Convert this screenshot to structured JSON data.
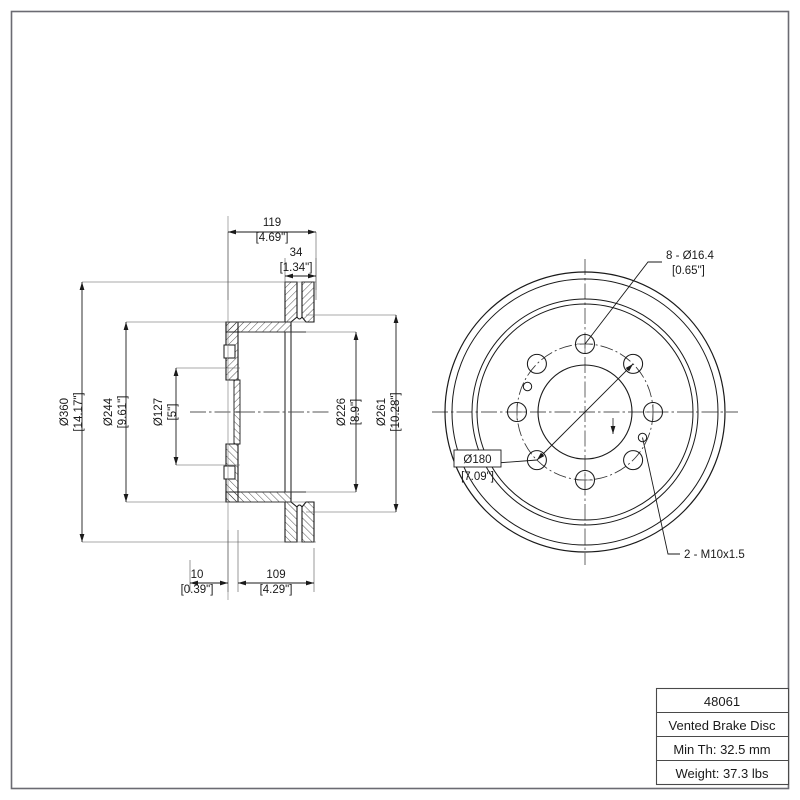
{
  "drawing": {
    "type": "engineering-drawing",
    "subject": "Vented Brake Disc",
    "views": [
      "section-view",
      "front-circular-view"
    ]
  },
  "dimensions": {
    "outer_diameter": {
      "mm": "Ø360",
      "inch": "[14.17\"]"
    },
    "disc_diameter": {
      "mm": "Ø244",
      "inch": "[9.61\"]"
    },
    "center_bore": {
      "mm": "Ø127",
      "inch": "[5\"]"
    },
    "hub_inner": {
      "mm": "Ø226",
      "inch": "[8.9\"]"
    },
    "hub_outer": {
      "mm": "Ø261",
      "inch": "[10.28\"]"
    },
    "overall_height": {
      "mm": "119",
      "inch": "[4.69\"]"
    },
    "disc_thickness": {
      "mm": "34",
      "inch": "[1.34\"]"
    },
    "flange_offset": {
      "mm": "10",
      "inch": "[0.39\"]"
    },
    "hub_depth": {
      "mm": "109",
      "inch": "[4.29\"]"
    },
    "bolt_circle": {
      "mm": "Ø180",
      "inch": "[7.09\"]"
    }
  },
  "callouts": {
    "bolt_holes": {
      "line1": "8 - Ø16.4",
      "line2": "[0.65\"]"
    },
    "threaded_holes": {
      "line1": "2 - M10x1.5"
    }
  },
  "title_block": {
    "part_number": "48061",
    "description": "Vented Brake Disc",
    "min_thickness": "Min Th: 32.5 mm",
    "weight": "Weight: 37.3 lbs"
  },
  "colors": {
    "line": "#1a1a1a",
    "border": "#6b6b72",
    "background": "#ffffff"
  }
}
